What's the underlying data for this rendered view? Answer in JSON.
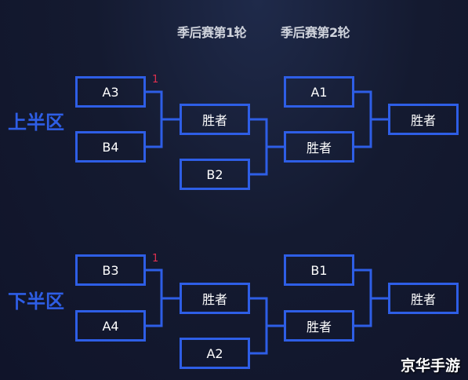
{
  "rounds": [
    "季后赛第1轮",
    "季后赛第2轮"
  ],
  "upper": {
    "label": "上半区",
    "r1_top": "A3",
    "r1_bottom": "B4",
    "r1_winner": "胜者",
    "r1_seed_mark": "1",
    "bye": "B2",
    "r2_top": "A1",
    "r2_mid_winner": "胜者",
    "final_winner": "胜者"
  },
  "lower": {
    "label": "下半区",
    "r1_top": "B3",
    "r1_bottom": "A4",
    "r1_winner": "胜者",
    "r1_seed_mark": "1",
    "bye": "A2",
    "r2_top": "B1",
    "r2_mid_winner": "胜者",
    "final_winner": "胜者"
  },
  "watermark": "京华手游",
  "colors": {
    "accent": "#2e5ee6",
    "seed": "#e03050",
    "background": "#141a30"
  }
}
